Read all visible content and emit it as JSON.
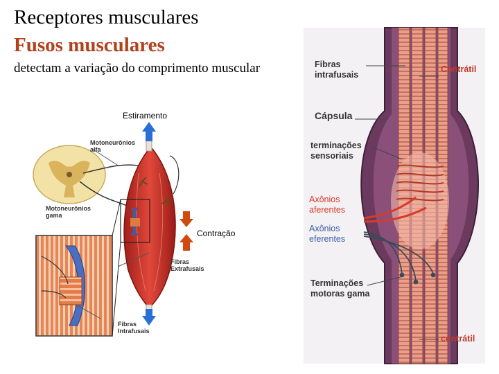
{
  "slide": {
    "title": "Receptores musculares",
    "subtitle": "Fusos musculares",
    "description": "detectam a variação do comprimento muscular"
  },
  "left_figure": {
    "stretch_label": "Estiramento",
    "contraction_label": "Contração",
    "alpha_line1": "Motoneurônios",
    "alpha_line2": "alfa",
    "gamma_line1": "Motoneurônios",
    "gamma_line2": "gama",
    "extra_line1": "Fibras",
    "extra_line2": "Extrafusais",
    "intra_line1": "Fibras",
    "intra_line2": "Intrafusais"
  },
  "right_figure": {
    "intrafusal_line1": "Fibras",
    "intrafusal_line2": "intrafusais",
    "contractile_top": "Contrátil",
    "capsule": "Cápsula",
    "sensory_line1": "terminações",
    "sensory_line2": "sensoriais",
    "afferent_line1": "Axônios",
    "afferent_line2": "aferentes",
    "efferent_line1": "Axônios",
    "efferent_line2": "eferentes",
    "gamma_line1": "Terminações",
    "gamma_line2": "motoras gama",
    "contractile_bottom": "contrátil"
  },
  "colors": {
    "subtitle": "#b2401c",
    "muscle": "#c8322a",
    "arrow_blue": "#2a6fd6",
    "arrow_red": "#d24a12",
    "spindle_purple": "#6b3a5e",
    "fiber_pink": "#e8a08a",
    "afferent_red": "#d83a2a",
    "efferent_blue": "#3a5fa8"
  }
}
